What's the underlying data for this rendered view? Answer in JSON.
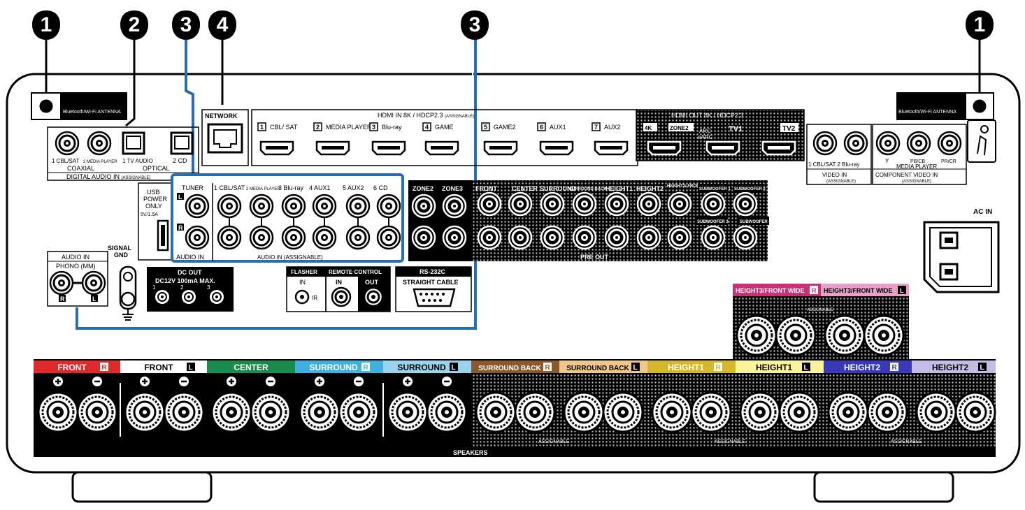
{
  "callouts": {
    "c1": "1",
    "c2": "2",
    "c3": "3",
    "c4": "4"
  },
  "antenna": {
    "left_label": "Bluetooth/Wi-Fi ANTENNA",
    "right_label": "Bluetooth/Wi-Fi ANTENNA"
  },
  "digital_audio_in": {
    "coax1": "1 CBL/SAT",
    "coax2": "2 MEDIA PLAYER",
    "coaxial": "COAXIAL",
    "opt1": "1 TV AUDIO",
    "opt2": "2 CD",
    "optical": "OPTICAL",
    "title": "DIGITAL AUDIO IN",
    "assignable": "(ASSIGNABLE)"
  },
  "network": {
    "label": "NETWORK"
  },
  "hdmi_in": {
    "title": "HDMI IN",
    "spec": "8K / HDCP2.3",
    "assignable": "(ASSIGNABLE)",
    "inputs": [
      {
        "num": "1",
        "name": "CBL/ SAT"
      },
      {
        "num": "2",
        "name": "MEDIA PLAYER"
      },
      {
        "num": "3",
        "name": "Blu-ray"
      },
      {
        "num": "4",
        "name": "GAME"
      },
      {
        "num": "5",
        "name": "GAME2"
      },
      {
        "num": "6",
        "name": "AUX1"
      },
      {
        "num": "7",
        "name": "AUX2"
      }
    ]
  },
  "hdmi_out": {
    "title": "HDMI OUT",
    "spec": "8K / HDCP2.3",
    "out4k": "4K",
    "zone2": "ZONE2",
    "arc": "ARC",
    "earc": "eARC",
    "tv1": "TV1",
    "tv2": "TV2"
  },
  "video_in": {
    "labels": "1 CBL/SAT 2 Blu-ray",
    "title": "VIDEO IN",
    "assignable": "(ASSIGNABLE)"
  },
  "component_video_in": {
    "y": "Y",
    "pb": "PB/CB",
    "pr": "PR/CR",
    "source": "MEDIA PLAYER",
    "title": "COMPONENT VIDEO IN",
    "assignable": "(ASSIGNABLE)"
  },
  "usb": {
    "line1": "USB",
    "line2": "POWER",
    "line3": "ONLY",
    "rating": "5V/1.5A"
  },
  "audio_in": {
    "tuner": "TUNER",
    "audio_in_label": "AUDIO IN",
    "assignable": "AUDIO IN (ASSIGNABLE)",
    "channels": [
      "1 CBL/SAT",
      "2 MEDIA PLAYER",
      "3 Blu-ray",
      "4 AUX1",
      "5 AUX2",
      "6 CD"
    ],
    "l": "L",
    "r": "R"
  },
  "zones": {
    "zone2": "ZONE2",
    "zone3": "ZONE3"
  },
  "pre_out": {
    "labels": [
      "FRONT",
      "CENTER",
      "SURROUND",
      "SURROUND BACK",
      "HEIGHT1",
      "HEIGHT2",
      "HEIGHT3/ FRONT WIDE",
      "SUBWOOFER 1",
      "SUBWOOFER 2",
      "SUBWOOFER 3",
      "SUBWOOFER 4"
    ],
    "title": "PRE OUT"
  },
  "phono": {
    "audio_in": "AUDIO IN",
    "phono": "PHONO (MM)",
    "r": "R",
    "l": "L"
  },
  "signal_gnd": {
    "line1": "SIGNAL",
    "line2": "GND"
  },
  "dc_out": {
    "title": "DC OUT",
    "spec": "DC12V 100mA MAX.",
    "n1": "1",
    "n2": "2",
    "n3": "3"
  },
  "flasher": {
    "title": "FLASHER",
    "in": "IN",
    "ir": "IR"
  },
  "remote": {
    "title": "REMOTE CONTROL",
    "in": "IN",
    "out": "OUT"
  },
  "rs232": {
    "title": "RS-232C",
    "cable": "STRAIGHT CABLE"
  },
  "ac_in": {
    "label": "AC IN"
  },
  "height3_top": {
    "r": "HEIGHT3/FRONT WIDE",
    "l": "HEIGHT3/FRONT WIDE",
    "assignable": "ASSIGNABLE"
  },
  "speakers": {
    "title": "SPEAKERS",
    "assignable": "ASSIGNABLE",
    "channels": [
      {
        "name": "FRONT",
        "side": "R"
      },
      {
        "name": "FRONT",
        "side": "L"
      },
      {
        "name": "CENTER",
        "side": ""
      },
      {
        "name": "SURROUND",
        "side": "R"
      },
      {
        "name": "SURROUND",
        "side": "L"
      },
      {
        "name": "SURROUND BACK",
        "side": "R"
      },
      {
        "name": "SURROUND BACK",
        "side": "L"
      },
      {
        "name": "HEIGHT1",
        "side": "R"
      },
      {
        "name": "HEIGHT1",
        "side": "L"
      },
      {
        "name": "HEIGHT2",
        "side": "R"
      },
      {
        "name": "HEIGHT2",
        "side": "L"
      }
    ]
  },
  "colors": {
    "front_r": "#e02a2a",
    "front_l": "#ffffff",
    "center": "#1a8a4e",
    "surround_r": "#3fb0e0",
    "surround_l": "#9ad3ee",
    "sback_r": "#8b5a2b",
    "sback_l": "#f0c78a",
    "height1_r": "#d4b72a",
    "height1_l": "#fbf39a",
    "height2_r": "#3a3ab8",
    "height2_l": "#c2bde6",
    "height3_r": "#c83078",
    "height3_l": "#e8a0c8",
    "callout_line": "#2a6cb0"
  }
}
